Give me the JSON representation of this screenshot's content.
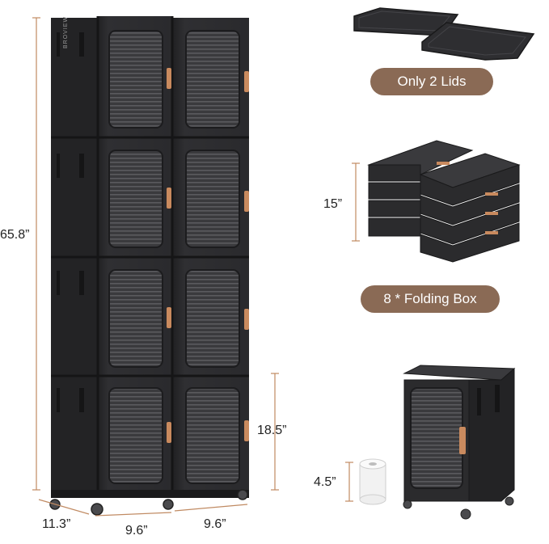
{
  "labels": {
    "lids": "Only 2 Lids",
    "boxes": "8 * Folding Box"
  },
  "dimensions": {
    "total_height": "65.8”",
    "box_stack_height": "15”",
    "tier_height": "18.5”",
    "roll_height": "4.5”",
    "depth": "11.3”",
    "width_left": "9.6”",
    "width_right": "9.6”"
  },
  "brand": "BROVIEW",
  "colors": {
    "cabinet": "#2b2b2d",
    "cabinet_edge": "#1a1a1b",
    "window": "#3c3c3f",
    "handle": "#c98a5e",
    "accent": "#c08a62",
    "pill": "#8a6a55"
  }
}
